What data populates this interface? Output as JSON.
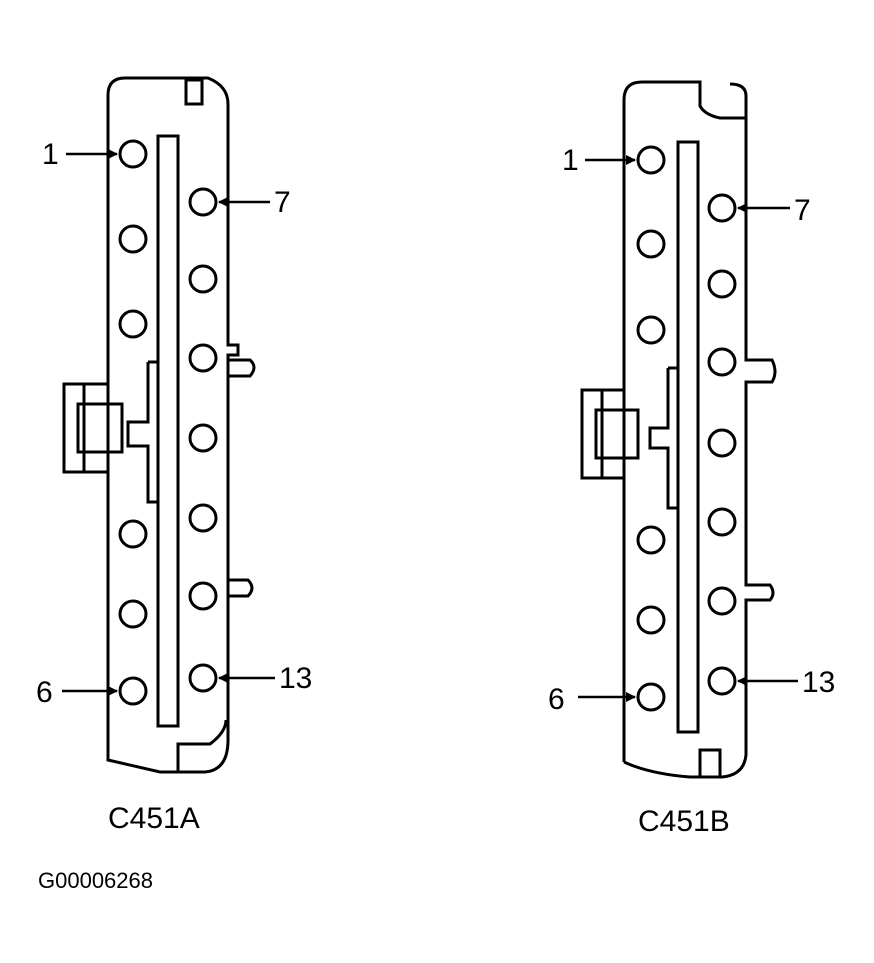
{
  "connectors": [
    {
      "name": "C451A",
      "pin_labels": {
        "top_left": "1",
        "top_right": "7",
        "bottom_left": "6",
        "bottom_right": "13"
      }
    },
    {
      "name": "C451B",
      "pin_labels": {
        "top_left": "1",
        "top_right": "7",
        "bottom_left": "6",
        "bottom_right": "13"
      }
    }
  ],
  "figure_id": "G00006268",
  "colors": {
    "ink": "#000000",
    "background": "#ffffff"
  }
}
